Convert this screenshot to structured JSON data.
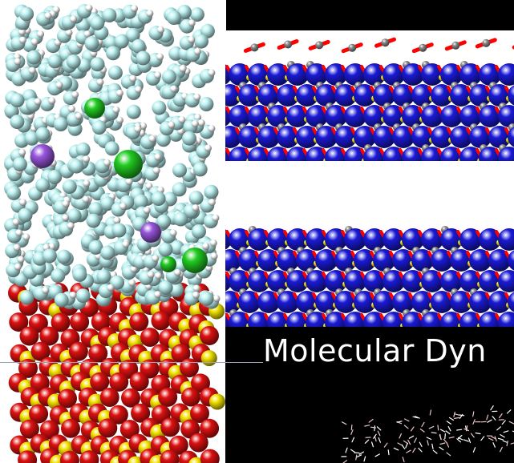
{
  "caption": "Molecular Dyn",
  "colors": {
    "water_hydrogen": "#bff3f3",
    "water_oxygen": "#ffffff",
    "chlorine": "#22cc22",
    "sodium": "#9955dd",
    "oxygen": "#dd1111",
    "silicon": "#f2e200",
    "blue_atom": "#1a1ad6",
    "carbon": "#8a8a8a",
    "bond_red": "#ff0000",
    "bond_yellow": "#ffe600"
  },
  "panels": [
    "water-on-silica-slab",
    "surface-top-view",
    "surface-side-view",
    "md-trajectory"
  ]
}
